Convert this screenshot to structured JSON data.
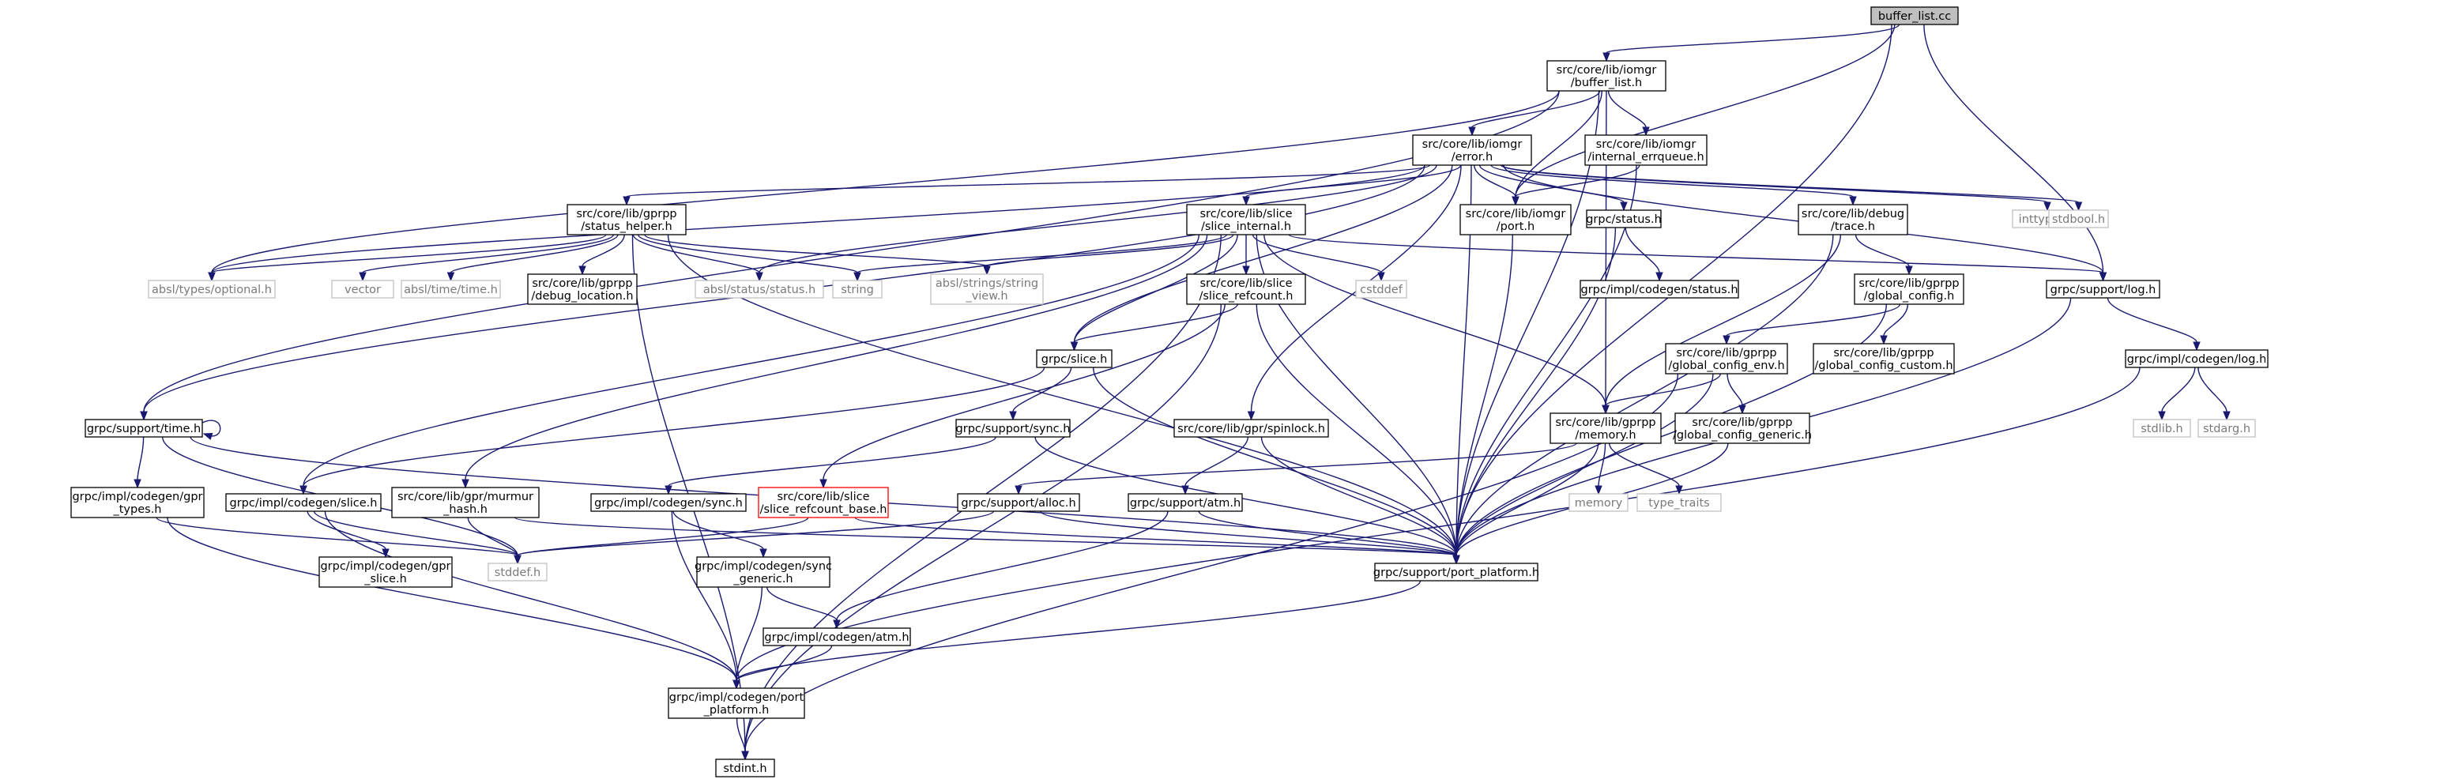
{
  "title": "buffer_list.cc",
  "colors": {
    "edge": "#191970",
    "root_fill": "#bfbfbf",
    "node_border": "#000000",
    "external_border": "#bfbfbf",
    "external_text": "#7a7a7a",
    "highlight_border": "#ff0000"
  },
  "nodes": [
    {
      "id": "root",
      "lines": [
        "buffer_list.cc"
      ],
      "kind": "root"
    },
    {
      "id": "buffer_list_h",
      "lines": [
        "src/core/lib/iomgr",
        "/buffer_list.h"
      ],
      "kind": "normal"
    },
    {
      "id": "error_h",
      "lines": [
        "src/core/lib/iomgr",
        "/error.h"
      ],
      "kind": "normal"
    },
    {
      "id": "internal_errqueue_h",
      "lines": [
        "src/core/lib/iomgr",
        "/internal_errqueue.h"
      ],
      "kind": "normal"
    },
    {
      "id": "status_helper_h",
      "lines": [
        "src/core/lib/gprpp",
        "/status_helper.h"
      ],
      "kind": "normal"
    },
    {
      "id": "slice_internal_h",
      "lines": [
        "src/core/lib/slice",
        "/slice_internal.h"
      ],
      "kind": "normal"
    },
    {
      "id": "port_h",
      "lines": [
        "src/core/lib/iomgr",
        "/port.h"
      ],
      "kind": "normal"
    },
    {
      "id": "grpc_status_h",
      "lines": [
        "grpc/status.h"
      ],
      "kind": "normal"
    },
    {
      "id": "debug_trace_h",
      "lines": [
        "src/core/lib/debug",
        "/trace.h"
      ],
      "kind": "normal"
    },
    {
      "id": "inttypes_h",
      "lines": [
        "inttypes.h"
      ],
      "kind": "external"
    },
    {
      "id": "stdbool_h",
      "lines": [
        "stdbool.h"
      ],
      "kind": "external"
    },
    {
      "id": "absl_optional_h",
      "lines": [
        "absl/types/optional.h"
      ],
      "kind": "external"
    },
    {
      "id": "vector",
      "lines": [
        "vector"
      ],
      "kind": "external"
    },
    {
      "id": "absl_time_h",
      "lines": [
        "absl/time/time.h"
      ],
      "kind": "external"
    },
    {
      "id": "debug_location_h",
      "lines": [
        "src/core/lib/gprpp",
        "/debug_location.h"
      ],
      "kind": "normal"
    },
    {
      "id": "absl_status_h",
      "lines": [
        "absl/status/status.h"
      ],
      "kind": "external"
    },
    {
      "id": "string",
      "lines": [
        "string"
      ],
      "kind": "external"
    },
    {
      "id": "absl_string_view_h",
      "lines": [
        "absl/strings/string",
        "_view.h"
      ],
      "kind": "external"
    },
    {
      "id": "slice_refcount_h",
      "lines": [
        "src/core/lib/slice",
        "/slice_refcount.h"
      ],
      "kind": "normal"
    },
    {
      "id": "cstddef",
      "lines": [
        "cstddef"
      ],
      "kind": "external"
    },
    {
      "id": "codegen_status_h",
      "lines": [
        "grpc/impl/codegen/status.h"
      ],
      "kind": "normal"
    },
    {
      "id": "global_config_h",
      "lines": [
        "src/core/lib/gprpp",
        "/global_config.h"
      ],
      "kind": "normal"
    },
    {
      "id": "support_log_h",
      "lines": [
        "grpc/support/log.h"
      ],
      "kind": "normal"
    },
    {
      "id": "grpc_slice_h",
      "lines": [
        "grpc/slice.h"
      ],
      "kind": "normal"
    },
    {
      "id": "global_config_env_h",
      "lines": [
        "src/core/lib/gprpp",
        "/global_config_env.h"
      ],
      "kind": "normal"
    },
    {
      "id": "global_config_custom_h",
      "lines": [
        "src/core/lib/gprpp",
        "/global_config_custom.h"
      ],
      "kind": "normal"
    },
    {
      "id": "codegen_log_h",
      "lines": [
        "grpc/impl/codegen/log.h"
      ],
      "kind": "normal"
    },
    {
      "id": "support_time_h",
      "lines": [
        "grpc/support/time.h"
      ],
      "kind": "normal"
    },
    {
      "id": "support_sync_h",
      "lines": [
        "grpc/support/sync.h"
      ],
      "kind": "normal"
    },
    {
      "id": "gpr_spinlock_h",
      "lines": [
        "src/core/lib/gpr/spinlock.h"
      ],
      "kind": "normal"
    },
    {
      "id": "memory_h",
      "lines": [
        "src/core/lib/gprpp",
        "/memory.h"
      ],
      "kind": "normal"
    },
    {
      "id": "global_config_generic_h",
      "lines": [
        "src/core/lib/gprpp",
        "/global_config_generic.h"
      ],
      "kind": "normal"
    },
    {
      "id": "stdlib_h",
      "lines": [
        "stdlib.h"
      ],
      "kind": "external"
    },
    {
      "id": "stdarg_h",
      "lines": [
        "stdarg.h"
      ],
      "kind": "external"
    },
    {
      "id": "gpr_types_h",
      "lines": [
        "grpc/impl/codegen/gpr",
        "_types.h"
      ],
      "kind": "normal"
    },
    {
      "id": "codegen_slice_h",
      "lines": [
        "grpc/impl/codegen/slice.h"
      ],
      "kind": "normal"
    },
    {
      "id": "murmur_hash_h",
      "lines": [
        "src/core/lib/gpr/murmur",
        "_hash.h"
      ],
      "kind": "normal"
    },
    {
      "id": "codegen_sync_h",
      "lines": [
        "grpc/impl/codegen/sync.h"
      ],
      "kind": "normal"
    },
    {
      "id": "slice_refcount_base_h",
      "lines": [
        "src/core/lib/slice",
        "/slice_refcount_base.h"
      ],
      "kind": "red"
    },
    {
      "id": "support_alloc_h",
      "lines": [
        "grpc/support/alloc.h"
      ],
      "kind": "normal"
    },
    {
      "id": "support_atm_h",
      "lines": [
        "grpc/support/atm.h"
      ],
      "kind": "normal"
    },
    {
      "id": "memory",
      "lines": [
        "memory"
      ],
      "kind": "external"
    },
    {
      "id": "type_traits",
      "lines": [
        "type_traits"
      ],
      "kind": "external"
    },
    {
      "id": "codegen_gpr_slice_h",
      "lines": [
        "grpc/impl/codegen/gpr",
        "_slice.h"
      ],
      "kind": "normal"
    },
    {
      "id": "stddef_h",
      "lines": [
        "stddef.h"
      ],
      "kind": "external"
    },
    {
      "id": "port_platform_h",
      "lines": [
        "grpc/support/port_platform.h"
      ],
      "kind": "normal"
    },
    {
      "id": "codegen_sync_generic_h",
      "lines": [
        "grpc/impl/codegen/sync",
        "_generic.h"
      ],
      "kind": "normal"
    },
    {
      "id": "codegen_atm_h",
      "lines": [
        "grpc/impl/codegen/atm.h"
      ],
      "kind": "normal"
    },
    {
      "id": "codegen_port_platform_h",
      "lines": [
        "grpc/impl/codegen/port",
        "_platform.h"
      ],
      "kind": "normal"
    },
    {
      "id": "stdint_h",
      "lines": [
        "stdint.h"
      ],
      "kind": "normal"
    }
  ],
  "edges": [
    [
      "root",
      "buffer_list_h"
    ],
    [
      "root",
      "port_h"
    ],
    [
      "root",
      "support_log_h"
    ],
    [
      "root",
      "port_platform_h"
    ],
    [
      "buffer_list_h",
      "error_h"
    ],
    [
      "buffer_list_h",
      "internal_errqueue_h"
    ],
    [
      "buffer_list_h",
      "port_h"
    ],
    [
      "buffer_list_h",
      "memory_h"
    ],
    [
      "buffer_list_h",
      "absl_optional_h"
    ],
    [
      "buffer_list_h",
      "support_time_h"
    ],
    [
      "buffer_list_h",
      "port_platform_h"
    ],
    [
      "internal_errqueue_h",
      "port_h"
    ],
    [
      "internal_errqueue_h",
      "port_platform_h"
    ],
    [
      "error_h",
      "status_helper_h"
    ],
    [
      "error_h",
      "slice_internal_h"
    ],
    [
      "error_h",
      "port_h"
    ],
    [
      "error_h",
      "grpc_status_h"
    ],
    [
      "error_h",
      "debug_trace_h"
    ],
    [
      "error_h",
      "inttypes_h"
    ],
    [
      "error_h",
      "stdbool_h"
    ],
    [
      "error_h",
      "absl_optional_h"
    ],
    [
      "error_h",
      "absl_status_h"
    ],
    [
      "error_h",
      "support_log_h"
    ],
    [
      "error_h",
      "grpc_slice_h"
    ],
    [
      "error_h",
      "support_time_h"
    ],
    [
      "error_h",
      "gpr_spinlock_h"
    ],
    [
      "error_h",
      "port_platform_h"
    ],
    [
      "status_helper_h",
      "absl_optional_h"
    ],
    [
      "status_helper_h",
      "vector"
    ],
    [
      "status_helper_h",
      "absl_time_h"
    ],
    [
      "status_helper_h",
      "debug_location_h"
    ],
    [
      "status_helper_h",
      "absl_status_h"
    ],
    [
      "status_helper_h",
      "string"
    ],
    [
      "status_helper_h",
      "absl_string_view_h"
    ],
    [
      "status_helper_h",
      "stdint_h"
    ],
    [
      "status_helper_h",
      "port_platform_h"
    ],
    [
      "slice_internal_h",
      "slice_refcount_h"
    ],
    [
      "slice_internal_h",
      "cstddef"
    ],
    [
      "slice_internal_h",
      "string"
    ],
    [
      "slice_internal_h",
      "absl_string_view_h"
    ],
    [
      "slice_internal_h",
      "support_log_h"
    ],
    [
      "slice_internal_h",
      "grpc_slice_h"
    ],
    [
      "slice_internal_h",
      "memory_h"
    ],
    [
      "slice_internal_h",
      "murmur_hash_h"
    ],
    [
      "slice_internal_h",
      "codegen_slice_h"
    ],
    [
      "slice_internal_h",
      "port_platform_h"
    ],
    [
      "slice_internal_h",
      "stdint_h"
    ],
    [
      "port_h",
      "port_platform_h"
    ],
    [
      "grpc_status_h",
      "codegen_status_h"
    ],
    [
      "grpc_status_h",
      "port_platform_h"
    ],
    [
      "debug_trace_h",
      "global_config_h"
    ],
    [
      "debug_trace_h",
      "memory_h"
    ],
    [
      "debug_trace_h",
      "port_platform_h"
    ],
    [
      "slice_refcount_h",
      "grpc_slice_h"
    ],
    [
      "slice_refcount_h",
      "slice_refcount_base_h"
    ],
    [
      "slice_refcount_h",
      "port_platform_h"
    ],
    [
      "slice_refcount_h",
      "stdint_h"
    ],
    [
      "global_config_h",
      "global_config_env_h"
    ],
    [
      "global_config_h",
      "global_config_custom_h"
    ],
    [
      "global_config_h",
      "port_platform_h"
    ],
    [
      "global_config_env_h",
      "memory_h"
    ],
    [
      "global_config_env_h",
      "global_config_generic_h"
    ],
    [
      "global_config_env_h",
      "port_platform_h"
    ],
    [
      "global_config_env_h",
      "stdint_h"
    ],
    [
      "global_config_generic_h",
      "port_platform_h"
    ],
    [
      "support_log_h",
      "codegen_log_h"
    ],
    [
      "support_log_h",
      "port_platform_h"
    ],
    [
      "codegen_log_h",
      "stdlib_h"
    ],
    [
      "codegen_log_h",
      "stdarg_h"
    ],
    [
      "codegen_log_h",
      "codegen_port_platform_h"
    ],
    [
      "grpc_slice_h",
      "support_sync_h"
    ],
    [
      "grpc_slice_h",
      "codegen_slice_h"
    ],
    [
      "grpc_slice_h",
      "port_platform_h"
    ],
    [
      "support_time_h",
      "support_time_h"
    ],
    [
      "support_time_h",
      "gpr_types_h"
    ],
    [
      "support_time_h",
      "stddef_h"
    ],
    [
      "support_time_h",
      "port_platform_h"
    ],
    [
      "support_sync_h",
      "codegen_sync_h"
    ],
    [
      "support_sync_h",
      "port_platform_h"
    ],
    [
      "gpr_spinlock_h",
      "support_atm_h"
    ],
    [
      "gpr_spinlock_h",
      "port_platform_h"
    ],
    [
      "memory_h",
      "memory"
    ],
    [
      "memory_h",
      "type_traits"
    ],
    [
      "memory_h",
      "support_alloc_h"
    ],
    [
      "memory_h",
      "port_platform_h"
    ],
    [
      "gpr_types_h",
      "stddef_h"
    ],
    [
      "gpr_types_h",
      "codegen_port_platform_h"
    ],
    [
      "codegen_slice_h",
      "codegen_gpr_slice_h"
    ],
    [
      "codegen_slice_h",
      "stddef_h"
    ],
    [
      "codegen_slice_h",
      "codegen_port_platform_h"
    ],
    [
      "murmur_hash_h",
      "stddef_h"
    ],
    [
      "murmur_hash_h",
      "port_platform_h"
    ],
    [
      "codegen_sync_h",
      "codegen_sync_generic_h"
    ],
    [
      "codegen_sync_h",
      "codegen_port_platform_h"
    ],
    [
      "slice_refcount_base_h",
      "stddef_h"
    ],
    [
      "slice_refcount_base_h",
      "port_platform_h"
    ],
    [
      "support_alloc_h",
      "stddef_h"
    ],
    [
      "support_alloc_h",
      "port_platform_h"
    ],
    [
      "support_atm_h",
      "codegen_atm_h"
    ],
    [
      "support_atm_h",
      "port_platform_h"
    ],
    [
      "codegen_sync_generic_h",
      "codegen_atm_h"
    ],
    [
      "codegen_sync_generic_h",
      "codegen_port_platform_h"
    ],
    [
      "codegen_atm_h",
      "codegen_port_platform_h"
    ],
    [
      "port_platform_h",
      "codegen_port_platform_h"
    ],
    [
      "codegen_port_platform_h",
      "stdint_h"
    ]
  ]
}
